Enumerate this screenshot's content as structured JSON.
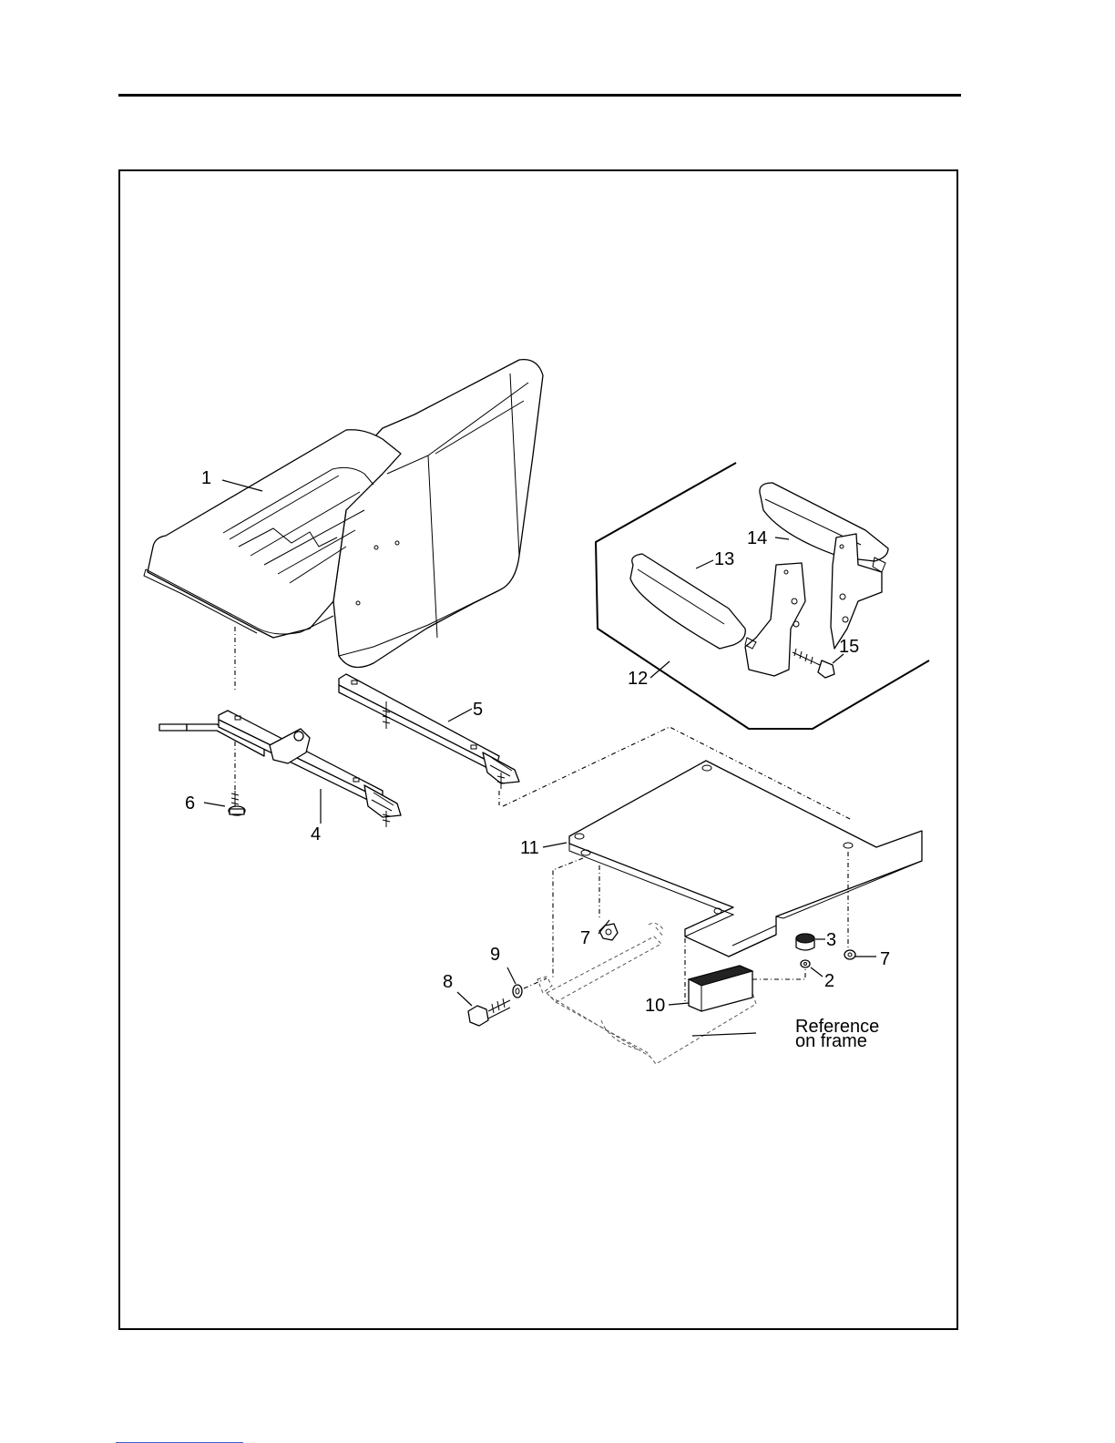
{
  "callouts": {
    "c1": "1",
    "c2": "2",
    "c3": "3",
    "c4": "4",
    "c5": "5",
    "c6": "6",
    "c7a": "7",
    "c7b": "7",
    "c8": "8",
    "c9": "9",
    "c10": "10",
    "c11": "11",
    "c12": "12",
    "c13": "13",
    "c14": "14",
    "c15": "15"
  },
  "reference_label": {
    "line1": "Reference",
    "line2": "on frame"
  }
}
